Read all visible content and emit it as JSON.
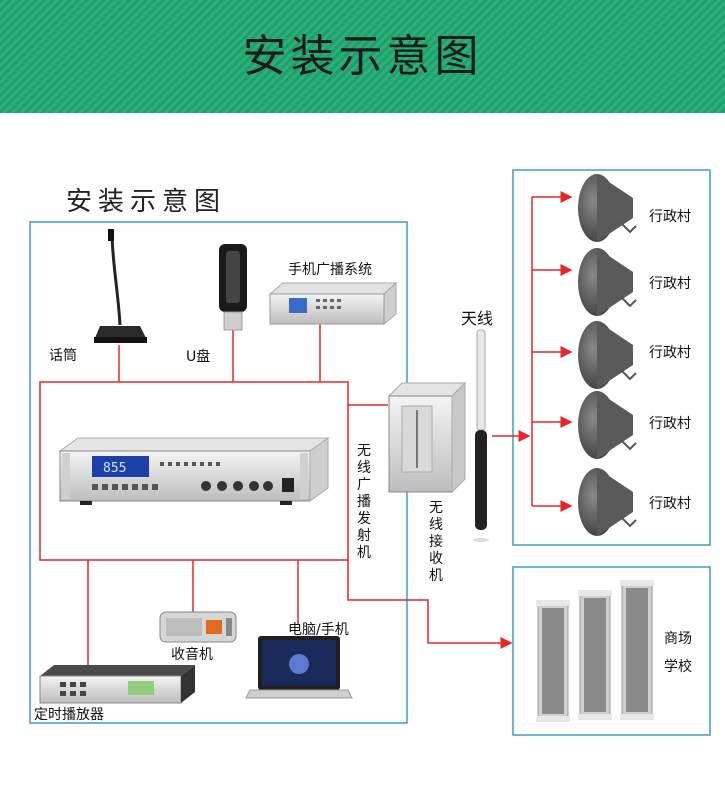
{
  "banner": {
    "title": "安装示意图"
  },
  "diagram_title": "安装示意图",
  "devices": {
    "microphone": "话筒",
    "usb_drive": "U盘",
    "phone_broadcast": "手机广播系统",
    "transmitter": "无线广播发射机",
    "receiver": "无线接收机",
    "antenna": "天线",
    "radio": "收音机",
    "computer": "电脑/手机",
    "timer_player": "定时播放器"
  },
  "villages": [
    "行政村",
    "行政村",
    "行政村",
    "行政村",
    "行政村"
  ],
  "column_speakers": {
    "line1": "商场",
    "line2": "学校"
  },
  "amp_display": "855",
  "colors": {
    "line": "#e8262a",
    "box": "#3a9bd0",
    "banner": "#2aa876"
  }
}
